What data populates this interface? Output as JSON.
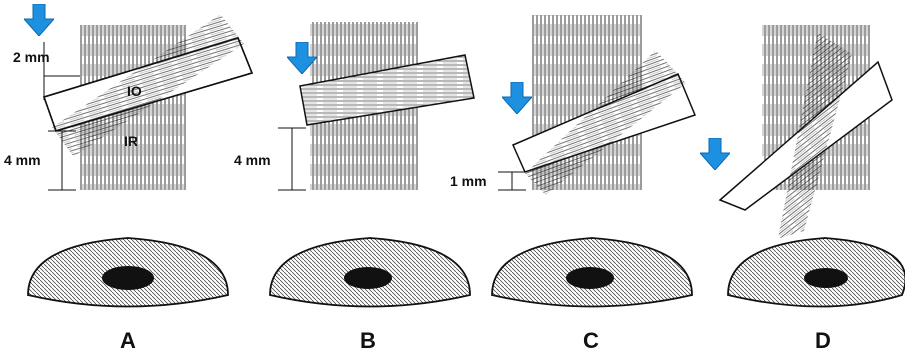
{
  "panels": [
    {
      "letter": "A",
      "measurement_top": "2 mm",
      "measurement_bottom": "4 mm",
      "muscle_upper": "IO",
      "muscle_lower": "IR"
    },
    {
      "letter": "B",
      "measurement_bottom": "4 mm"
    },
    {
      "letter": "C",
      "measurement_bottom": "1 mm"
    },
    {
      "letter": "D"
    }
  ],
  "colors": {
    "arrow": "#1e90e0",
    "ink": "#111111",
    "background": "#ffffff"
  },
  "icons": {
    "arrow": "down-arrow-icon"
  }
}
